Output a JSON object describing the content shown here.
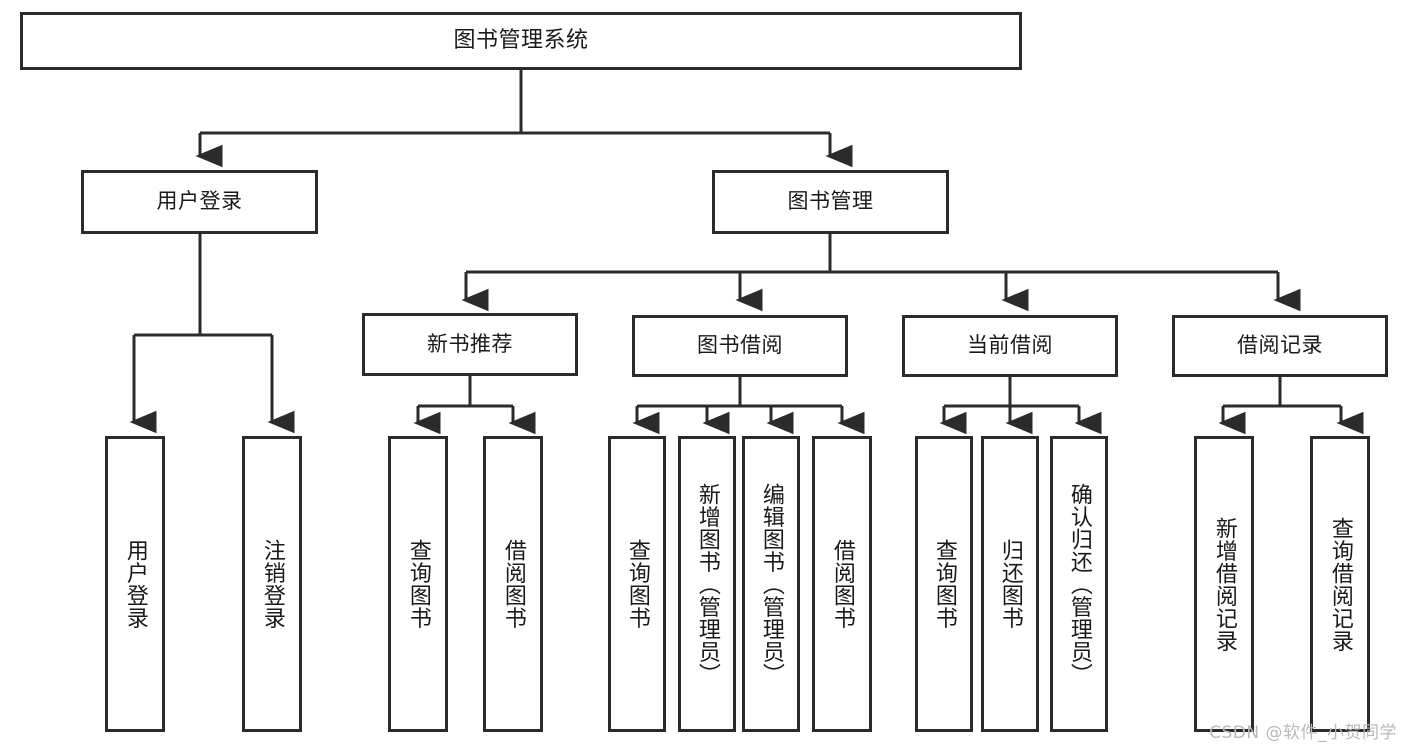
{
  "diagram": {
    "type": "tree-hierarchy-diagram",
    "title": "图书管理系统",
    "colors": {
      "stroke": "#2b2b2b",
      "fill": "#ffffff",
      "text": "#1a1a1a",
      "watermark": "#b9b9b9"
    },
    "nodes": {
      "root": {
        "label": "图书管理系统"
      },
      "level2": [
        {
          "id": "user-login",
          "label": "用户登录"
        },
        {
          "id": "book-management",
          "label": "图书管理"
        }
      ],
      "level3": [
        {
          "id": "new-book-recommend",
          "label": "新书推荐"
        },
        {
          "id": "book-borrow",
          "label": "图书借阅"
        },
        {
          "id": "current-borrow",
          "label": "当前借阅"
        },
        {
          "id": "borrow-record",
          "label": "借阅记录"
        }
      ],
      "leaves": {
        "user-login": [
          {
            "id": "user-login-leaf",
            "label": "用户登录"
          },
          {
            "id": "logout-leaf",
            "label": "注销登录"
          }
        ],
        "new-book-recommend": [
          {
            "id": "query-book-1",
            "label": "查询图书"
          },
          {
            "id": "borrow-book-1",
            "label": "借阅图书"
          }
        ],
        "book-borrow": [
          {
            "id": "query-book-2",
            "label": "查询图书"
          },
          {
            "id": "add-book",
            "label": "新增图书（管理员）"
          },
          {
            "id": "edit-book",
            "label": "编辑图书（管理员）"
          },
          {
            "id": "borrow-book-2",
            "label": "借阅图书"
          }
        ],
        "current-borrow": [
          {
            "id": "query-book-3",
            "label": "查询图书"
          },
          {
            "id": "return-book",
            "label": "归还图书"
          },
          {
            "id": "confirm-return",
            "label": "确认归还（管理员）"
          }
        ],
        "borrow-record": [
          {
            "id": "add-borrow-record",
            "label": "新增借阅记录"
          },
          {
            "id": "query-borrow-record",
            "label": "查询借阅记录"
          }
        ]
      }
    }
  },
  "watermark": {
    "text": "CSDN @软件_小贺同学"
  }
}
